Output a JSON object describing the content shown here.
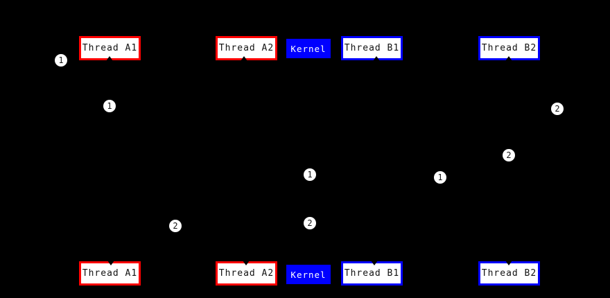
{
  "colors": {
    "background": "#000000",
    "process_a_accent": "#ff0000",
    "process_b_accent": "#0000ff",
    "kernel_bg": "#0000ff",
    "box_bg": "#ffffff",
    "text": "#111111"
  },
  "boxes": {
    "thread_a1": "Thread A1",
    "thread_a2": "Thread A2",
    "kernel": "Kernel",
    "thread_b1": "Thread B1",
    "thread_b2": "Thread B2"
  },
  "badges": [
    {
      "label": "1"
    },
    {
      "label": "1"
    },
    {
      "label": "2"
    },
    {
      "label": "2"
    },
    {
      "label": "1"
    },
    {
      "label": "1"
    },
    {
      "label": "2"
    },
    {
      "label": "2"
    }
  ]
}
